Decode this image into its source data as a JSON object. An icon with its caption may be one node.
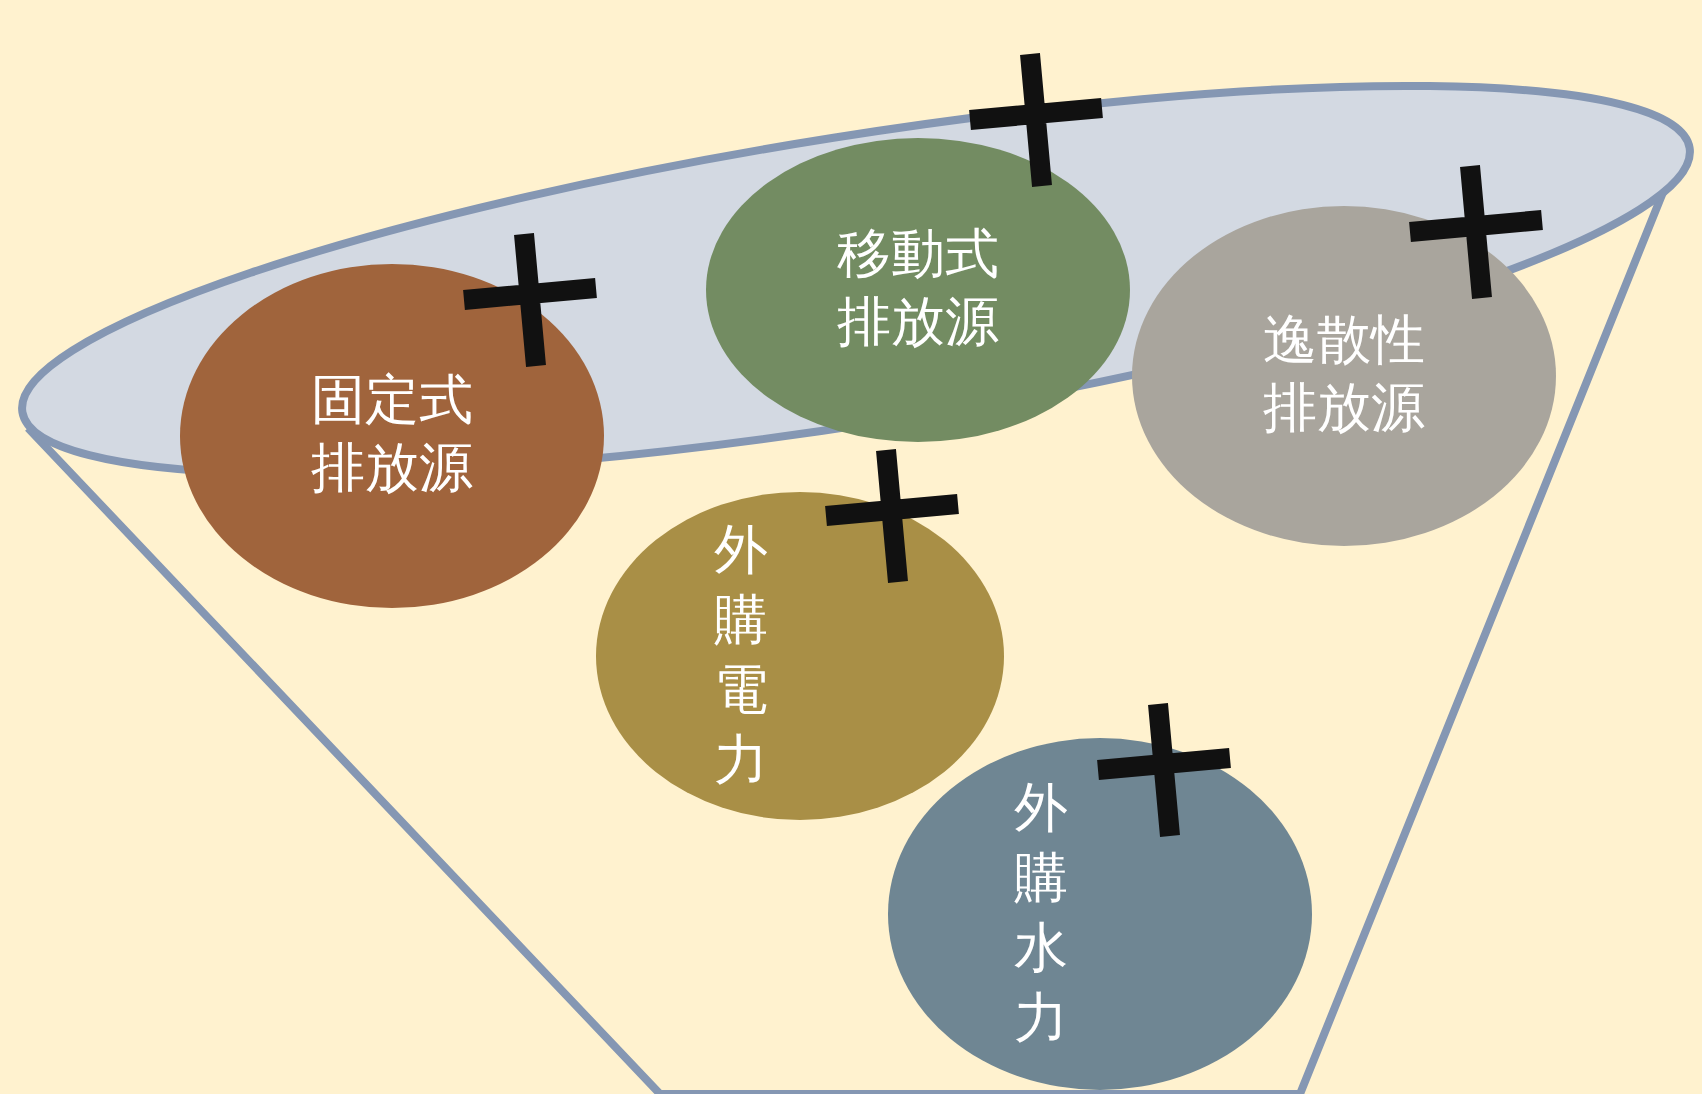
{
  "diagram": {
    "nodes": [
      {
        "text": [
          "固定式排放源"
        ]
      },
      {
        "text": [
          "移動式排放源"
        ]
      },
      {
        "text": [
          "逸散性排放源"
        ]
      },
      {
        "text": [
          "外購電力"
        ]
      },
      {
        "text": [
          "外購水力"
        ]
      }
    ]
  }
}
